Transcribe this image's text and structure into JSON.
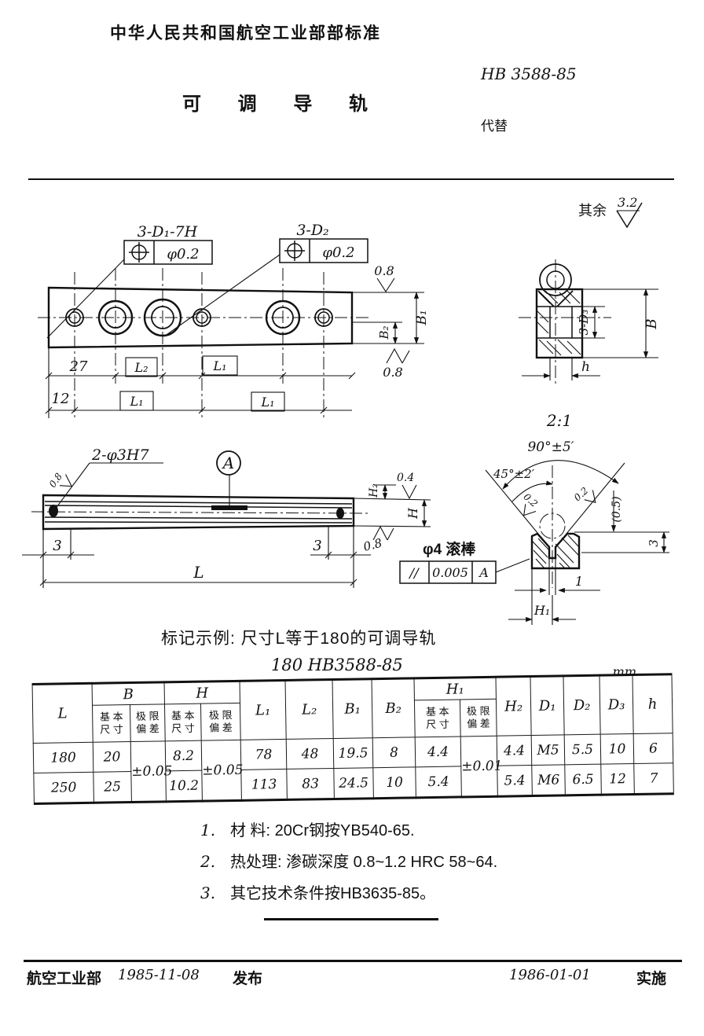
{
  "header": {
    "standard_title": "中华人民共和国航空工业部部标准",
    "code": "HB 3588-85",
    "title": "可 调 导 轨",
    "replaces": "代替"
  },
  "drawing": {
    "surface_prefix": "其余",
    "surface_value": "3.2",
    "top_view": {
      "callout1": "3-D₁-7H",
      "callout1_tol": "φ0.2",
      "callout2": "3-D₂",
      "callout2_tol": "φ0.2",
      "finish_top": "0.8",
      "finish_bottom": "0.8",
      "b1": "B₁",
      "b2": "B₂",
      "dim_27": "27",
      "dim_l2": "L₂",
      "dim_l1": "L₁",
      "dim_12": "12"
    },
    "section_view": {
      "holes": "3-D₃",
      "width": "B",
      "foot": "h",
      "scale": "2:1"
    },
    "side_view": {
      "callout": "2-φ3H7",
      "finish_left": "0.8",
      "datum": "A",
      "dim_3": "3",
      "dim_length": "L",
      "h2": "H₂",
      "finish_04": "0.4",
      "h": "H",
      "finish_08": "0.8"
    },
    "roller": {
      "label": "φ4 滚棒",
      "tol_symbol": "//",
      "tol_value": "0.005",
      "tol_datum": "A"
    },
    "detail_view": {
      "angle_outer": "90°±5′",
      "angle_inner": "45°±2′",
      "finish_left": "0.2",
      "finish_right": "0.2",
      "dim_ref": "(0.5)",
      "dim_3": "3",
      "dim_1": "1",
      "dim_h1": "H₁"
    },
    "marking_line1": "标记示例: 尺寸L等于180的可调导轨",
    "marking_line2": "180  HB3588-85"
  },
  "table": {
    "unit": "mm",
    "head": {
      "l": "L",
      "b": "B",
      "h": "H",
      "basic": "基 本\n尺 寸",
      "dev": "极 限\n偏 差",
      "l1": "L₁",
      "l2": "L₂",
      "b1": "B₁",
      "b2": "B₂",
      "h1": "H₁",
      "h2": "H₂",
      "d1": "D₁",
      "d2": "D₂",
      "d3": "D₃",
      "hs": "h"
    },
    "rows": [
      {
        "l": "180",
        "b_basic": "20",
        "b_dev": "±0.05",
        "h_basic": "8.2",
        "h_dev": "±0.05",
        "l1": "78",
        "l2": "48",
        "b1": "19.5",
        "b2": "8",
        "h1_basic": "4.4",
        "h1_dev": "±0.01",
        "h2": "4.4",
        "d1": "M5",
        "d2": "5.5",
        "d3": "10",
        "h": "6"
      },
      {
        "l": "250",
        "b_basic": "25",
        "h_basic": "10.2",
        "l1": "113",
        "l2": "83",
        "b1": "24.5",
        "b2": "10",
        "h1_basic": "5.4",
        "h2": "5.4",
        "d1": "M6",
        "d2": "6.5",
        "d3": "12",
        "h": "7"
      }
    ]
  },
  "notes": {
    "n1_num": "1.",
    "n1_text": "材  料: 20Cr钢按YB540-65.",
    "n2_num": "2.",
    "n2_text": "热处理: 渗碳深度 0.8~1.2 HRC 58~64.",
    "n3_num": "3.",
    "n3_text": "其它技术条件按HB3635-85。"
  },
  "footer": {
    "org": "航空工业部",
    "publish_date": "1985-11-08",
    "publish_label": "发布",
    "implement_date": "1986-01-01",
    "implement_label": "实施"
  }
}
